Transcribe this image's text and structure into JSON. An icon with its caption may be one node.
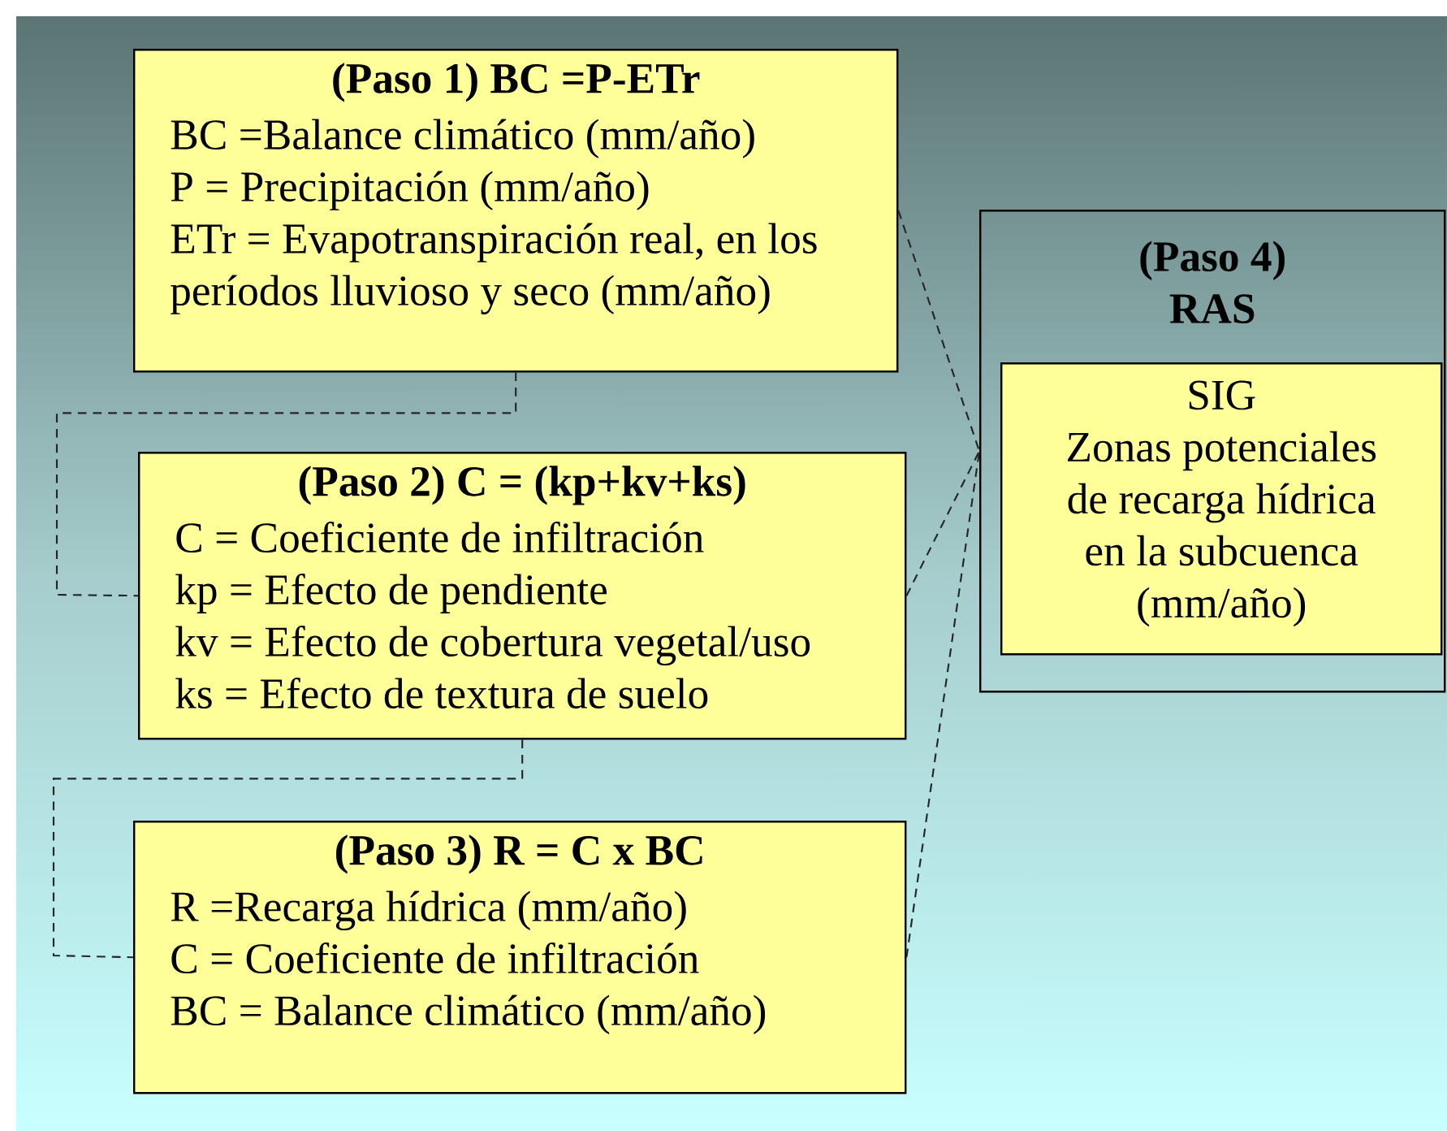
{
  "diagram": {
    "nodes": [
      {
        "text": [
          "(Paso 1) BC =P-ETr",
          "BC =Balance climático (mm/año)",
          "P = Precipitación (mm/año)",
          "ETr = Evapotranspiración real, en los períodos lluvioso y seco (mm/año)"
        ]
      },
      {
        "text": [
          "(Paso 2) C = (kp+kv+ks)",
          "C = Coeficiente de infiltración",
          "kp = Efecto de pendiente",
          "kv = Efecto de cobertura vegetal/uso",
          "ks = Efecto de textura de suelo"
        ]
      },
      {
        "text": [
          "(Paso 3) R = C x BC",
          "R =Recarga hídrica (mm/año)",
          "C = Coeficiente de infiltración",
          "BC = Balance climático (mm/año)"
        ]
      },
      {
        "text": [
          "(Paso 4)",
          "RAS"
        ]
      },
      {
        "text": [
          "SIG",
          "Zonas potenciales de recarga hídrica en la subcuenca (mm/año)"
        ],
        "in": 3
      }
    ],
    "edges": [
      {
        "from": 0,
        "to": 1,
        "arrow": "none",
        "style": "dashed"
      },
      {
        "from": 1,
        "to": 2,
        "arrow": "none",
        "style": "dashed"
      },
      {
        "from": 0,
        "to": 3,
        "arrow": "none",
        "style": "dashed"
      },
      {
        "from": 1,
        "to": 3,
        "arrow": "none",
        "style": "dashed"
      },
      {
        "from": 2,
        "to": 3,
        "arrow": "none",
        "style": "dashed"
      }
    ]
  }
}
